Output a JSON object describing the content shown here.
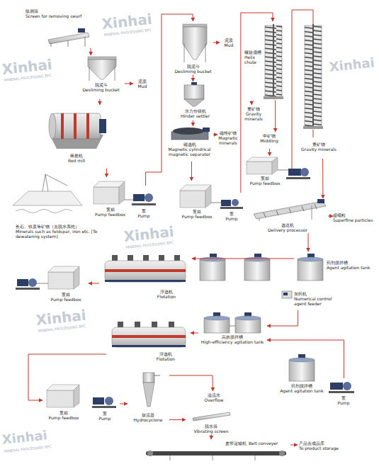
{
  "diagram": {
    "nodes": [
      {
        "text": [
          "除屑筛",
          "Screen for removing swarf"
        ]
      },
      {
        "text": [
          "脱泥斗",
          "Desliming bucket"
        ]
      },
      {
        "text": [
          "泥质",
          "Mud"
        ]
      },
      {
        "text": [
          "棒磨机",
          "Rod mill"
        ]
      },
      {
        "text": [
          "脱泥斗",
          "Desliming bucket"
        ]
      },
      {
        "text": [
          "泥质",
          "Mud"
        ]
      },
      {
        "text": [
          "水力分级机",
          "Hinder settler"
        ]
      },
      {
        "text": [
          "磁选机",
          "Magnetic cylindrical magnetic separator"
        ]
      },
      {
        "text": [
          "磁性矿物",
          "Magnetic minerals"
        ]
      },
      {
        "text": [
          "螺旋溜槽",
          "Helix chute"
        ]
      },
      {
        "text": [
          "重矿物",
          "Gravity minerals"
        ]
      },
      {
        "text": [
          "中矿物",
          "Middling"
        ]
      },
      {
        "text": [
          "重矿物",
          "Gravity minerals"
        ]
      },
      {
        "text": [
          "泵箱",
          "Pump feedbox"
        ]
      },
      {
        "text": [
          "泵箱",
          "Pump feedbox"
        ]
      },
      {
        "text": [
          "泵",
          "Pump"
        ]
      },
      {
        "text": [
          "泵箱",
          "Pump feedbox"
        ]
      },
      {
        "text": [
          "泵",
          "Pump"
        ]
      },
      {
        "text": [
          "长石、铁质等矿物（去脱水系统）",
          "Minerals such as feldspar, iron etc. [To dewatering system]"
        ]
      },
      {
        "text": [
          "选送机",
          "Delivery processor"
        ]
      },
      {
        "text": [
          "超细粒",
          "Superfine particles"
        ]
      },
      {
        "text": [
          "药剂搅拌槽",
          "Agent agitation tank"
        ]
      },
      {
        "text": [
          "加药机",
          "Numerical control agent feeder"
        ]
      },
      {
        "text": [
          "浮选机",
          "Flotation"
        ]
      },
      {
        "text": [
          "泵箱",
          "Pump feedbox"
        ]
      },
      {
        "text": [
          "高效搅拌槽",
          "High-efficiency agitation tank"
        ]
      },
      {
        "text": [
          "浮选机",
          "Flotation"
        ]
      },
      {
        "text": [
          "药剂搅拌槽",
          "Agent agitation tank"
        ]
      },
      {
        "text": [
          "泵",
          "Pump"
        ]
      },
      {
        "text": [
          "泵箱",
          "Pump feedbox"
        ]
      },
      {
        "text": [
          "泵",
          "Pump"
        ]
      },
      {
        "text": [
          "旋流器",
          "Hydrocyclone"
        ]
      },
      {
        "text": [
          "溢流水",
          "Overflow"
        ]
      },
      {
        "text": [
          "脱水筛",
          "Vibrating screen"
        ]
      },
      {
        "text": [
          "皮带运输机",
          "Belt conveyer"
        ]
      },
      {
        "text": [
          "产品去成品库",
          "To product storage"
        ]
      }
    ],
    "edges": [
      {
        "from": 0,
        "to": 1,
        "arrow": "to"
      },
      {
        "from": 1,
        "to": 2,
        "arrow": "to"
      },
      {
        "from": 1,
        "to": 3,
        "arrow": "to"
      },
      {
        "from": 3,
        "to": 14,
        "arrow": "to"
      },
      {
        "from": 15,
        "to": 4,
        "arrow": "to"
      },
      {
        "from": 4,
        "to": 5,
        "arrow": "to"
      },
      {
        "from": 4,
        "to": 6,
        "arrow": "to"
      },
      {
        "from": 6,
        "to": 7,
        "arrow": "to"
      },
      {
        "from": 7,
        "to": 8,
        "arrow": "to"
      },
      {
        "from": 7,
        "to": 16,
        "arrow": "to"
      },
      {
        "from": 17,
        "to": 9,
        "arrow": "to"
      },
      {
        "from": 9,
        "to": 10,
        "arrow": "to"
      },
      {
        "from": 9,
        "to": 11,
        "arrow": "to"
      },
      {
        "from": 11,
        "to": 13,
        "arrow": "to"
      },
      {
        "from": 12,
        "to": 19,
        "arrow": "to"
      },
      {
        "from": 19,
        "to": 20,
        "arrow": "to"
      },
      {
        "from": 19,
        "to": 21,
        "arrow": "to"
      },
      {
        "from": 21,
        "to": 23,
        "arrow": "to"
      },
      {
        "from": 22,
        "to": 25,
        "arrow": "to"
      },
      {
        "from": 23,
        "to": 24,
        "arrow": "to"
      },
      {
        "from": 25,
        "to": 26,
        "arrow": "to"
      },
      {
        "from": 26,
        "to": 29,
        "arrow": "to"
      },
      {
        "from": 30,
        "to": 31,
        "arrow": "to"
      },
      {
        "from": 31,
        "to": 32,
        "arrow": "to"
      },
      {
        "from": 31,
        "to": 33,
        "arrow": "to"
      },
      {
        "from": 33,
        "to": 34,
        "arrow": "to"
      },
      {
        "from": 34,
        "to": 35,
        "arrow": "to"
      },
      {
        "from": 28,
        "to": 25,
        "arrow": "to"
      }
    ],
    "labels": [
      "Xinhai",
      "MINERAL PROCESSING EPC",
      "Xinhai",
      "MINERAL PROCESSING EPC",
      "Xinhai",
      "Xinhai",
      "MINERAL PROCESSING EPC",
      "Xinhai",
      "MINERAL PROCESSING EPC",
      "Xinhai",
      "MINERAL PROCESSING EPC"
    ]
  }
}
